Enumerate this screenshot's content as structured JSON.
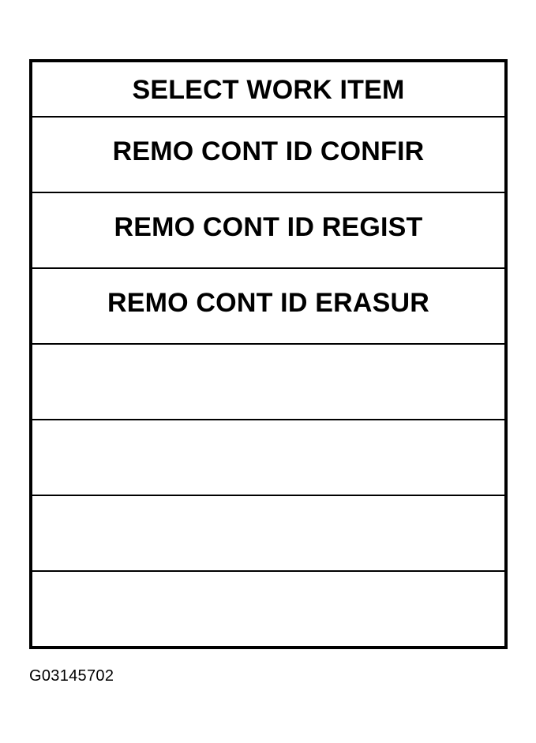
{
  "screen": {
    "title": "SELECT WORK ITEM",
    "items": [
      {
        "label": "REMO CONT ID CONFIR"
      },
      {
        "label": "REMO CONT ID REGIST"
      },
      {
        "label": "REMO CONT ID ERASUR"
      },
      {
        "label": ""
      },
      {
        "label": ""
      },
      {
        "label": ""
      },
      {
        "label": ""
      }
    ]
  },
  "figure_id": "G03145702"
}
